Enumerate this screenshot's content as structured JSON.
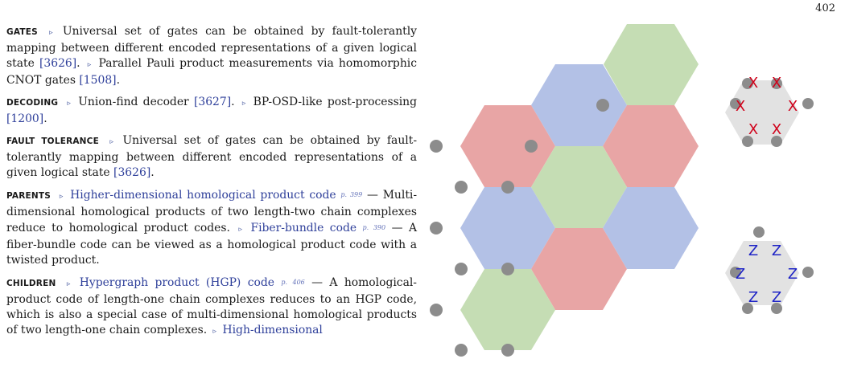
{
  "page": {
    "number": "402"
  },
  "gates": {
    "key": "GATES",
    "t1": "Universal set of gates can be obtained by fault-tolerantly mapping between different encoded representations of a given logical state",
    "c1": "[3626]",
    "t1b": ".",
    "t2": "Parallel Pauli product measurements via homomorphic CNOT gates",
    "c2": "[1508]",
    "t2b": "."
  },
  "decoding": {
    "key": "DECODING",
    "t1": "Union-find decoder",
    "c1": "[3627]",
    "t1b": ".",
    "t2": "BP-OSD-like post-processing",
    "c2": "[1200]",
    "t2b": "."
  },
  "fault_tolerance": {
    "key": "FAULT TOLERANCE",
    "t1": "Universal set of gates can be obtained by fault-tolerantly mapping between different encoded representations of a given logical state",
    "c1": "[3626]",
    "t1b": "."
  },
  "parents": {
    "key": "PARENTS",
    "l1": "Higher-dimensional homological product code",
    "r1": "p. 399",
    "t1": "— Multi-dimensional homological products of two length-two chain complexes reduce to homological product codes.",
    "l2": "Fiber-bundle code",
    "r2": "p. 390",
    "t2": "— A fiber-bundle code can be viewed as a homological product code with a twisted product."
  },
  "children": {
    "key": "CHILDREN",
    "l1": "Hypergraph product (HGP) code",
    "r1": "p. 406",
    "t1": "— A homological-product code of length-one chain complexes reduces to an HGP code, which is also a special case of multi-dimensional homological products of two length-one chain complexes.",
    "l2": "High-dimensional"
  },
  "figure": {
    "x_label": "X",
    "z_label": "Z",
    "colors": {
      "red": "#e8a5a5",
      "green": "#c5ddb4",
      "blue": "#b3c1e6",
      "qubit": "#8c8c8c",
      "stab_bg": "#e2e2e2",
      "x_color": "#d0021b",
      "z_color": "#1f24c6"
    }
  }
}
